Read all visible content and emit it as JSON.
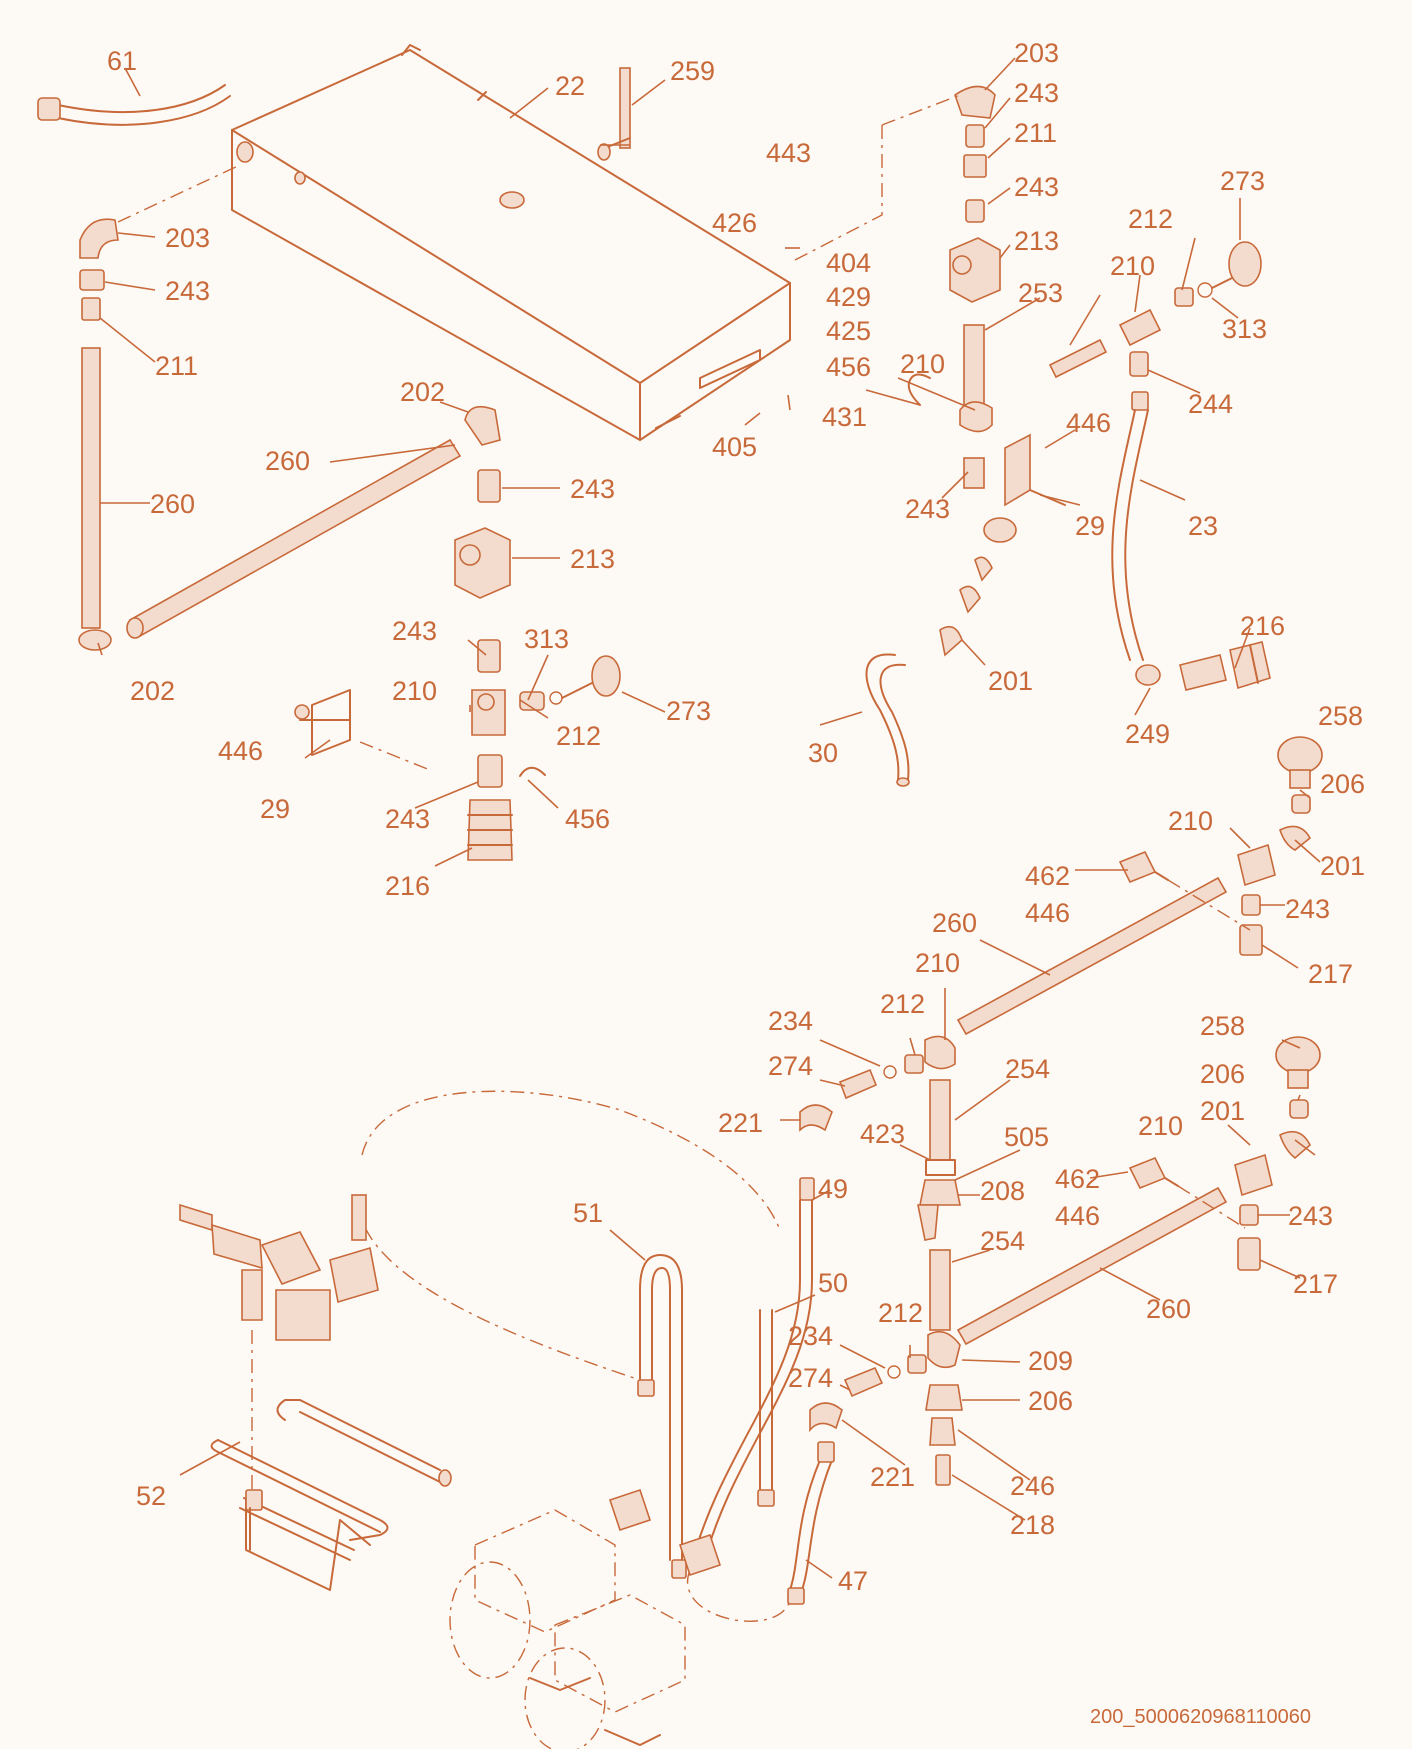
{
  "callouts": [
    {
      "text": "61"
    },
    {
      "text": "22"
    },
    {
      "text": "259"
    },
    {
      "text": "203"
    },
    {
      "text": "243"
    },
    {
      "text": "211"
    },
    {
      "text": "243"
    },
    {
      "text": "213"
    },
    {
      "text": "273"
    },
    {
      "text": "212"
    },
    {
      "text": "210"
    },
    {
      "text": "313"
    },
    {
      "text": "253"
    },
    {
      "text": "443"
    },
    {
      "text": "426"
    },
    {
      "text": "404"
    },
    {
      "text": "429"
    },
    {
      "text": "425"
    },
    {
      "text": "456"
    },
    {
      "text": "431"
    },
    {
      "text": "405"
    },
    {
      "text": "210"
    },
    {
      "text": "244"
    },
    {
      "text": "446"
    },
    {
      "text": "203"
    },
    {
      "text": "243"
    },
    {
      "text": "211"
    },
    {
      "text": "202"
    },
    {
      "text": "260"
    },
    {
      "text": "260"
    },
    {
      "text": "243"
    },
    {
      "text": "243"
    },
    {
      "text": "213"
    },
    {
      "text": "29"
    },
    {
      "text": "23"
    },
    {
      "text": "202"
    },
    {
      "text": "243"
    },
    {
      "text": "313"
    },
    {
      "text": "210"
    },
    {
      "text": "212"
    },
    {
      "text": "273"
    },
    {
      "text": "201"
    },
    {
      "text": "216"
    },
    {
      "text": "446"
    },
    {
      "text": "29"
    },
    {
      "text": "243"
    },
    {
      "text": "456"
    },
    {
      "text": "30"
    },
    {
      "text": "249"
    },
    {
      "text": "216"
    },
    {
      "text": "258"
    },
    {
      "text": "206"
    },
    {
      "text": "210"
    },
    {
      "text": "201"
    },
    {
      "text": "462"
    },
    {
      "text": "446"
    },
    {
      "text": "243"
    },
    {
      "text": "260"
    },
    {
      "text": "217"
    },
    {
      "text": "210"
    },
    {
      "text": "212"
    },
    {
      "text": "234"
    },
    {
      "text": "274"
    },
    {
      "text": "254"
    },
    {
      "text": "221"
    },
    {
      "text": "423"
    },
    {
      "text": "505"
    },
    {
      "text": "258"
    },
    {
      "text": "206"
    },
    {
      "text": "201"
    },
    {
      "text": "210"
    },
    {
      "text": "462"
    },
    {
      "text": "446"
    },
    {
      "text": "243"
    },
    {
      "text": "208"
    },
    {
      "text": "51"
    },
    {
      "text": "49"
    },
    {
      "text": "254"
    },
    {
      "text": "217"
    },
    {
      "text": "50"
    },
    {
      "text": "260"
    },
    {
      "text": "212"
    },
    {
      "text": "234"
    },
    {
      "text": "209"
    },
    {
      "text": "274"
    },
    {
      "text": "206"
    },
    {
      "text": "221"
    },
    {
      "text": "246"
    },
    {
      "text": "52"
    },
    {
      "text": "218"
    },
    {
      "text": "47"
    }
  ],
  "footer": {
    "drawing_id": "200_5000620968110060"
  },
  "colors": {
    "line": "#c8693a",
    "background": "#fdfaf6"
  }
}
